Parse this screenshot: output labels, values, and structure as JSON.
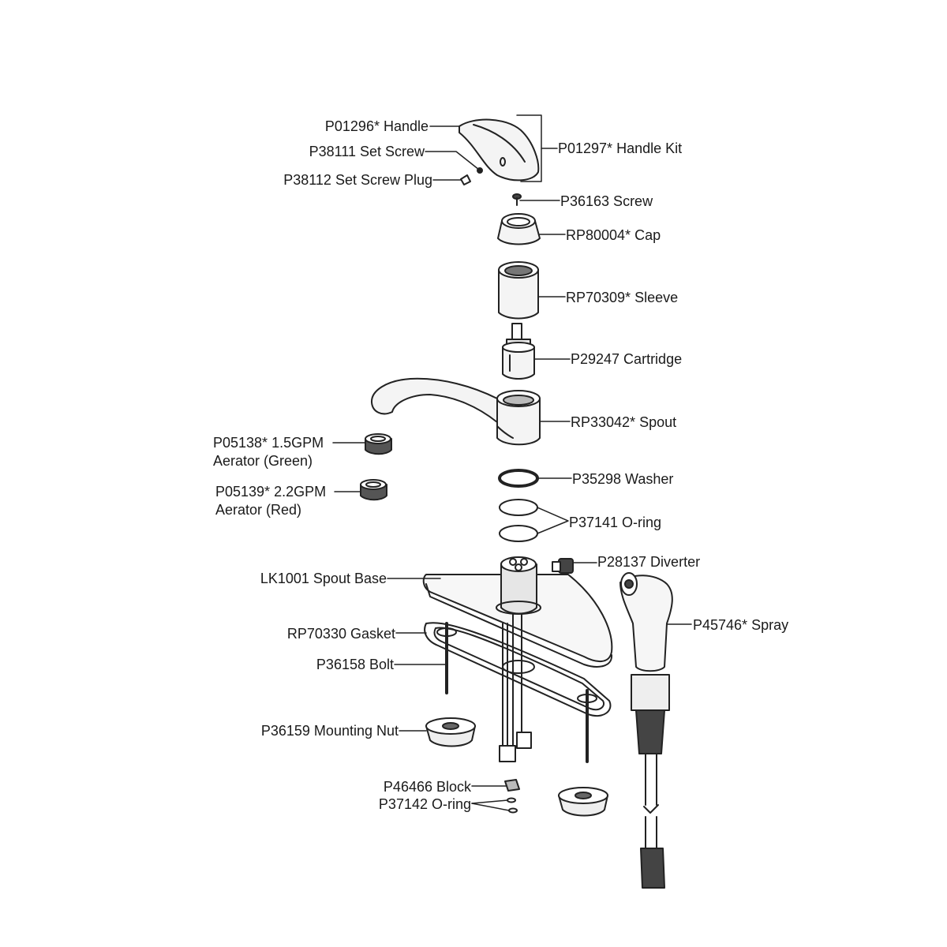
{
  "labels": {
    "handle": "P01296* Handle",
    "set_screw": "P38111 Set Screw",
    "set_screw_plug": "P38112 Set Screw Plug",
    "handle_kit": "P01297* Handle Kit",
    "screw": "P36163 Screw",
    "cap": "RP80004* Cap",
    "sleeve": "RP70309* Sleeve",
    "cartridge": "P29247 Cartridge",
    "spout": "RP33042* Spout",
    "aerator_green_1": "P05138* 1.5GPM",
    "aerator_green_2": "Aerator (Green)",
    "aerator_red_1": "P05139* 2.2GPM",
    "aerator_red_2": "Aerator (Red)",
    "washer": "P35298 Washer",
    "o_ring": "P37141 O-ring",
    "diverter": "P28137 Diverter",
    "spout_base": "LK1001 Spout Base",
    "spray": "P45746* Spray",
    "gasket": "RP70330 Gasket",
    "bolt": "P36158 Bolt",
    "mounting_nut": "P36159 Mounting Nut",
    "block": "P46466 Block",
    "o_ring_small": "P37142 O-ring"
  },
  "colors": {
    "line": "#222222",
    "shade": "#d9d9d9",
    "dark": "#555555"
  }
}
